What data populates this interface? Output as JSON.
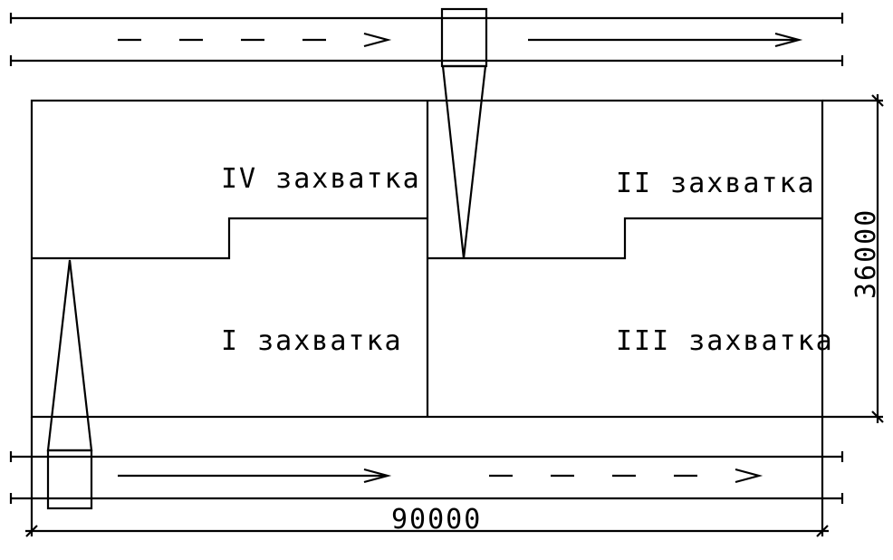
{
  "zones": {
    "zone_i": "I захватка",
    "zone_ii": "II захватка",
    "zone_iii": "III захватка",
    "zone_iv": "IV захватка"
  },
  "dimensions": {
    "width_label": "90000",
    "height_label": "36000"
  }
}
